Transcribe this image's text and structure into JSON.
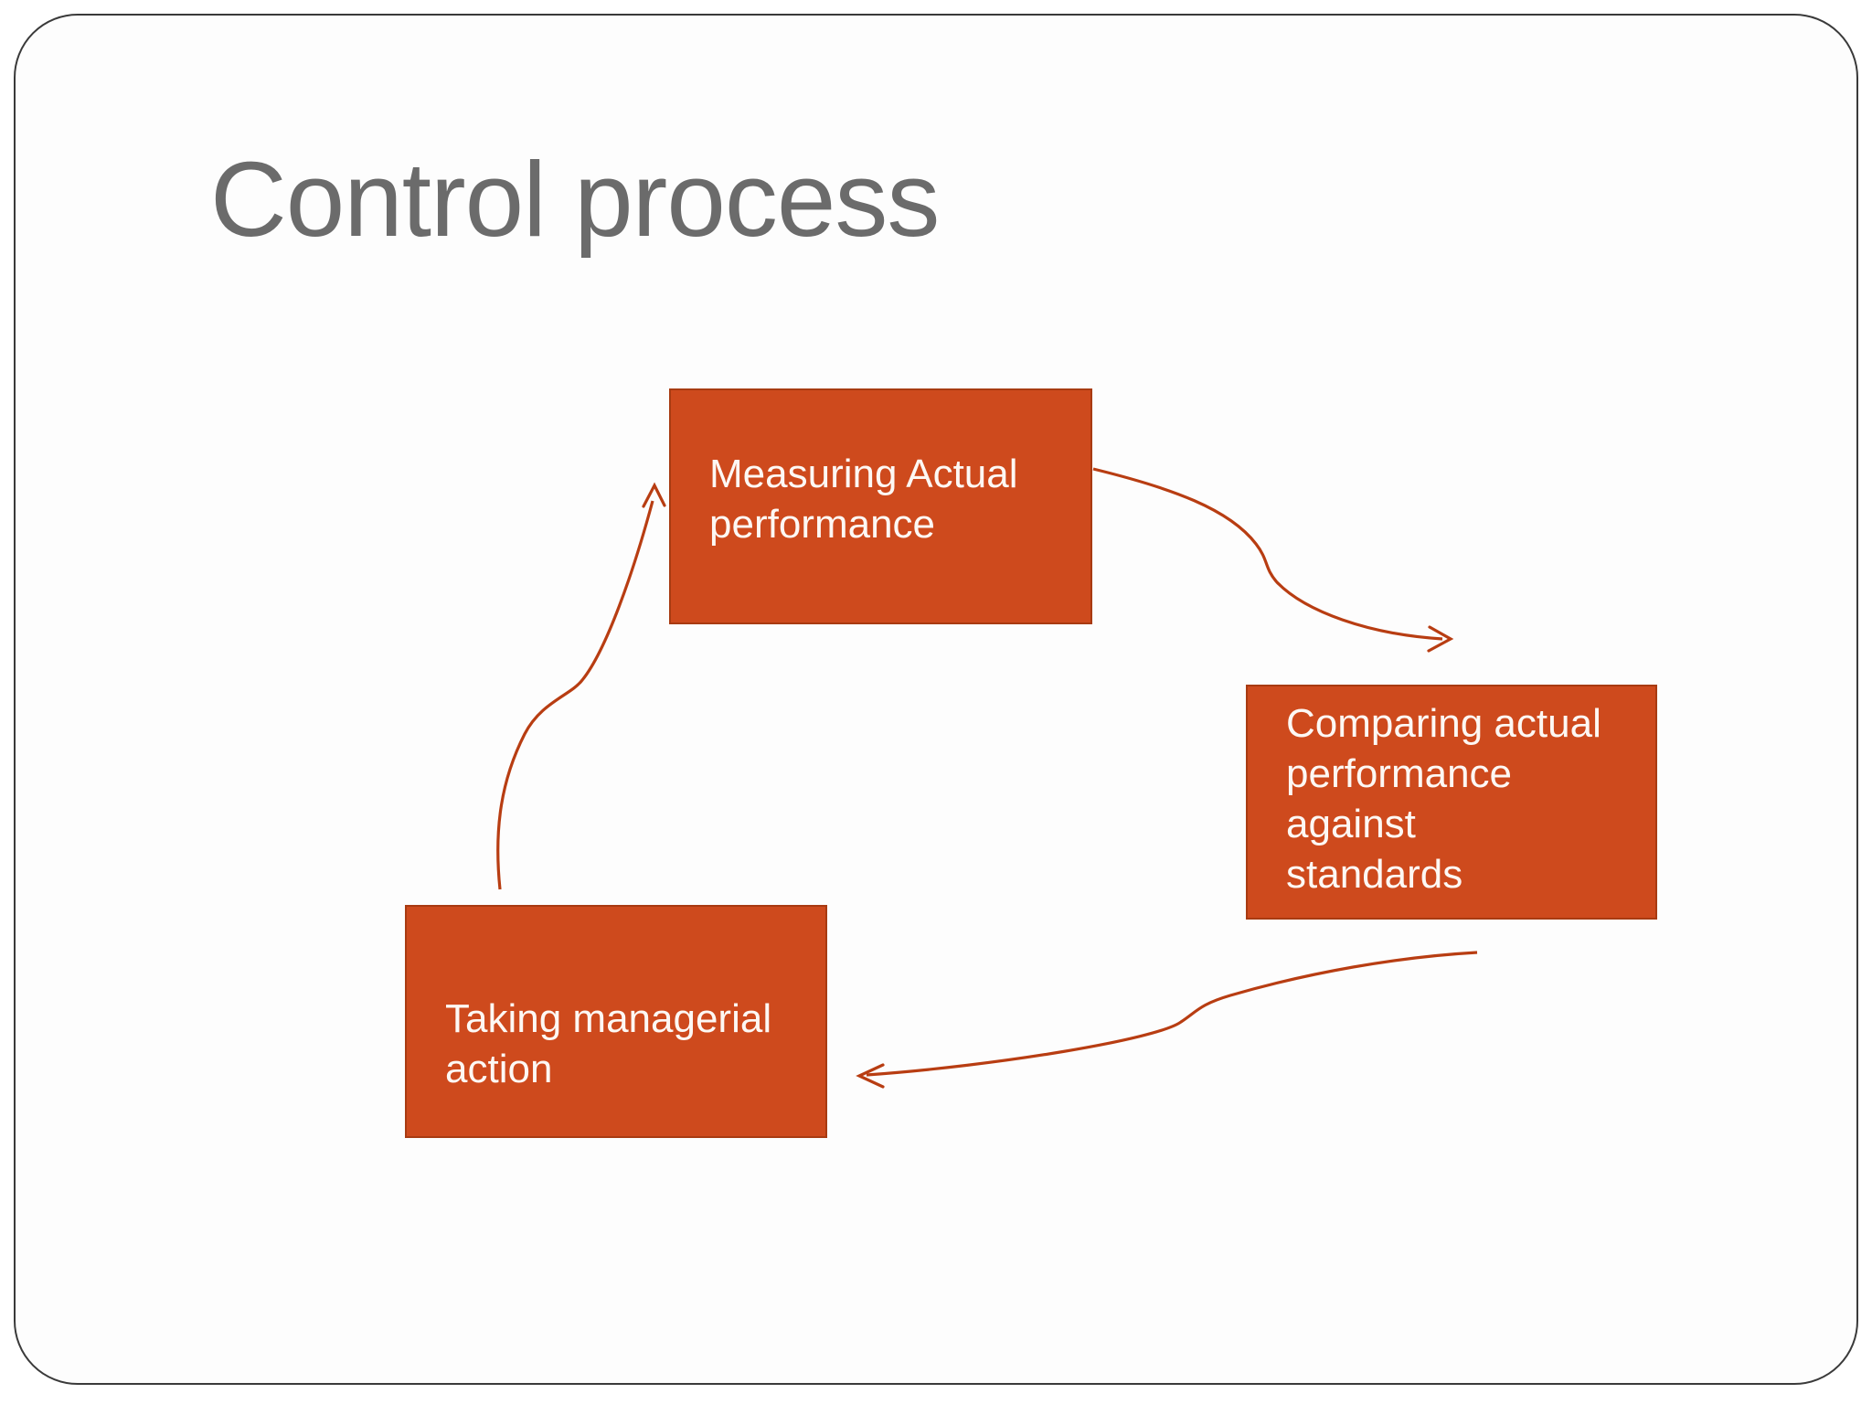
{
  "slide": {
    "title": "Control process",
    "boxes": [
      {
        "id": "measuring",
        "label": "Measuring Actual\nperformance"
      },
      {
        "id": "comparing",
        "label": "Comparing actual\nperformance against\nstandards"
      },
      {
        "id": "taking",
        "label": "Taking managerial\naction"
      }
    ],
    "connectors": [
      {
        "id": "measuring-to-comparing",
        "from": "Measuring Actual performance",
        "to": "Comparing actual performance against standards",
        "arrow_direction": "right"
      },
      {
        "id": "comparing-to-taking",
        "from": "Comparing actual performance against standards",
        "to": "Taking managerial action",
        "arrow_direction": "left"
      },
      {
        "id": "taking-to-measuring",
        "from": "Taking managerial action",
        "to": "Measuring Actual performance",
        "arrow_direction": "up"
      }
    ]
  },
  "colors": {
    "background": "#ffffff",
    "slide_border": "#3a3a3a",
    "title_text": "#6b6b6b",
    "box_fill": "#ce4a1d",
    "box_border": "#a83b12",
    "box_text": "#fdf8f4",
    "connector": "#b83d12"
  }
}
